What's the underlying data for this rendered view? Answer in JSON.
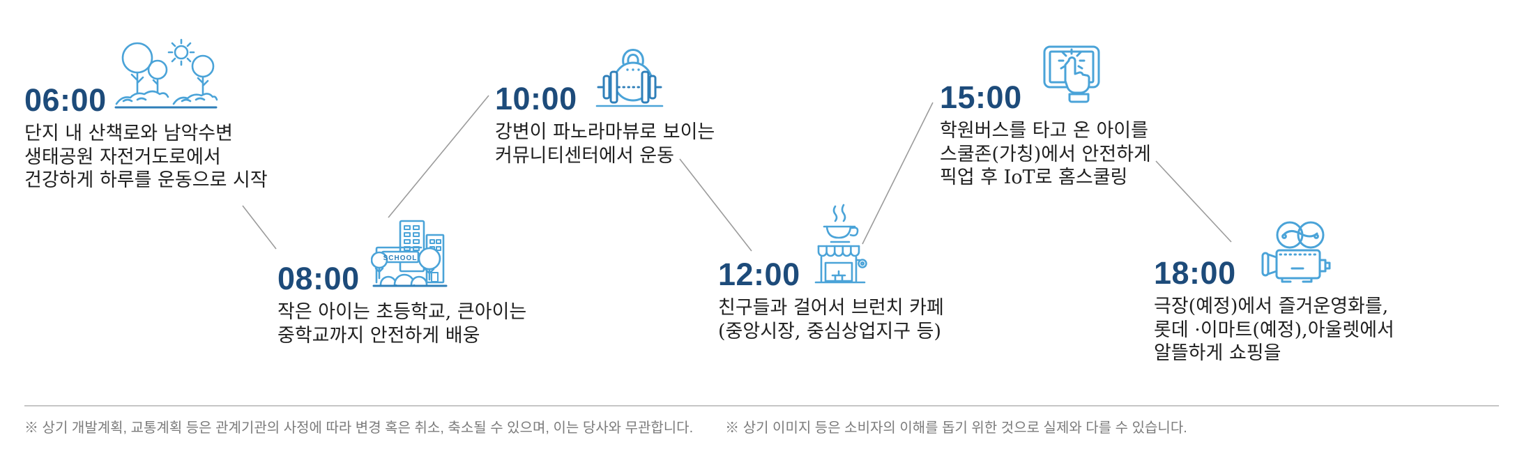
{
  "palette": {
    "time_navy": "#1d4b7a",
    "icon_blue": "#4aa3d8",
    "icon_blue_dark": "#2f7fb9",
    "body_text": "#1f1f1f",
    "footer_text": "#7b7b7b",
    "connector_gray": "#9b9b9b"
  },
  "timeline": {
    "school_sign": "SCHOOL",
    "items": [
      {
        "time": "06:00",
        "icon": "park-icon",
        "position": "top",
        "lines": [
          "단지 내 산책로와 남악수변",
          "생태공원 자전거도로에서",
          "건강하게 하루를 운동으로 시작"
        ]
      },
      {
        "time": "08:00",
        "icon": "school-icon",
        "position": "bottom",
        "lines": [
          "작은 아이는 초등학교, 큰아이는",
          "중학교까지 안전하게 배웅"
        ]
      },
      {
        "time": "10:00",
        "icon": "fitness-icon",
        "position": "top",
        "lines": [
          "강변이 파노라마뷰로 보이는",
          "커뮤니티센터에서 운동"
        ]
      },
      {
        "time": "12:00",
        "icon": "cafe-icon",
        "position": "bottom",
        "lines": [
          "친구들과 걸어서 브런치 카페",
          "(중앙시장, 중심상업지구 등)"
        ]
      },
      {
        "time": "15:00",
        "icon": "tablet-icon",
        "position": "top",
        "lines": [
          "학원버스를 타고 온 아이를",
          "스쿨존(가칭)에서 안전하게",
          "픽업 후 IoT로 홈스쿨링"
        ]
      },
      {
        "time": "18:00",
        "icon": "cinema-icon",
        "position": "bottom",
        "lines": [
          "극장(예정)에서 즐거운영화를,",
          "롯데 ·이마트(예정),아울렛에서",
          "알뜰하게 쇼핑을"
        ]
      }
    ]
  },
  "footer": {
    "disclaimer_1": "※ 상기 개발계획, 교통계획 등은 관계기관의 사정에 따라 변경 혹은 취소, 축소될 수 있으며, 이는 당사와 무관합니다.",
    "disclaimer_2": "※ 상기 이미지 등은 소비자의 이해를 돕기 위한 것으로 실제와 다를 수 있습니다."
  }
}
